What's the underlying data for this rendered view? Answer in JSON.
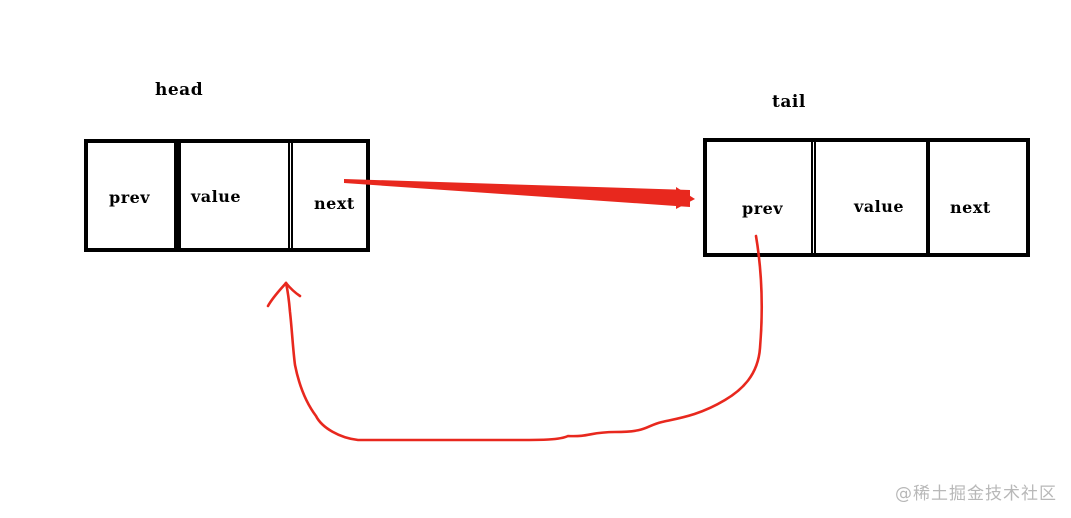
{
  "diagram": {
    "head_node": {
      "label": "head",
      "cells": {
        "prev": "prev",
        "value": "value",
        "next": "next"
      }
    },
    "tail_node": {
      "label": "tail",
      "cells": {
        "prev": "prev",
        "value": "value",
        "next": "next"
      }
    },
    "arrow_color": "#e8281e",
    "box_color": "#000000"
  },
  "watermark": "@稀土掘金技术社区"
}
